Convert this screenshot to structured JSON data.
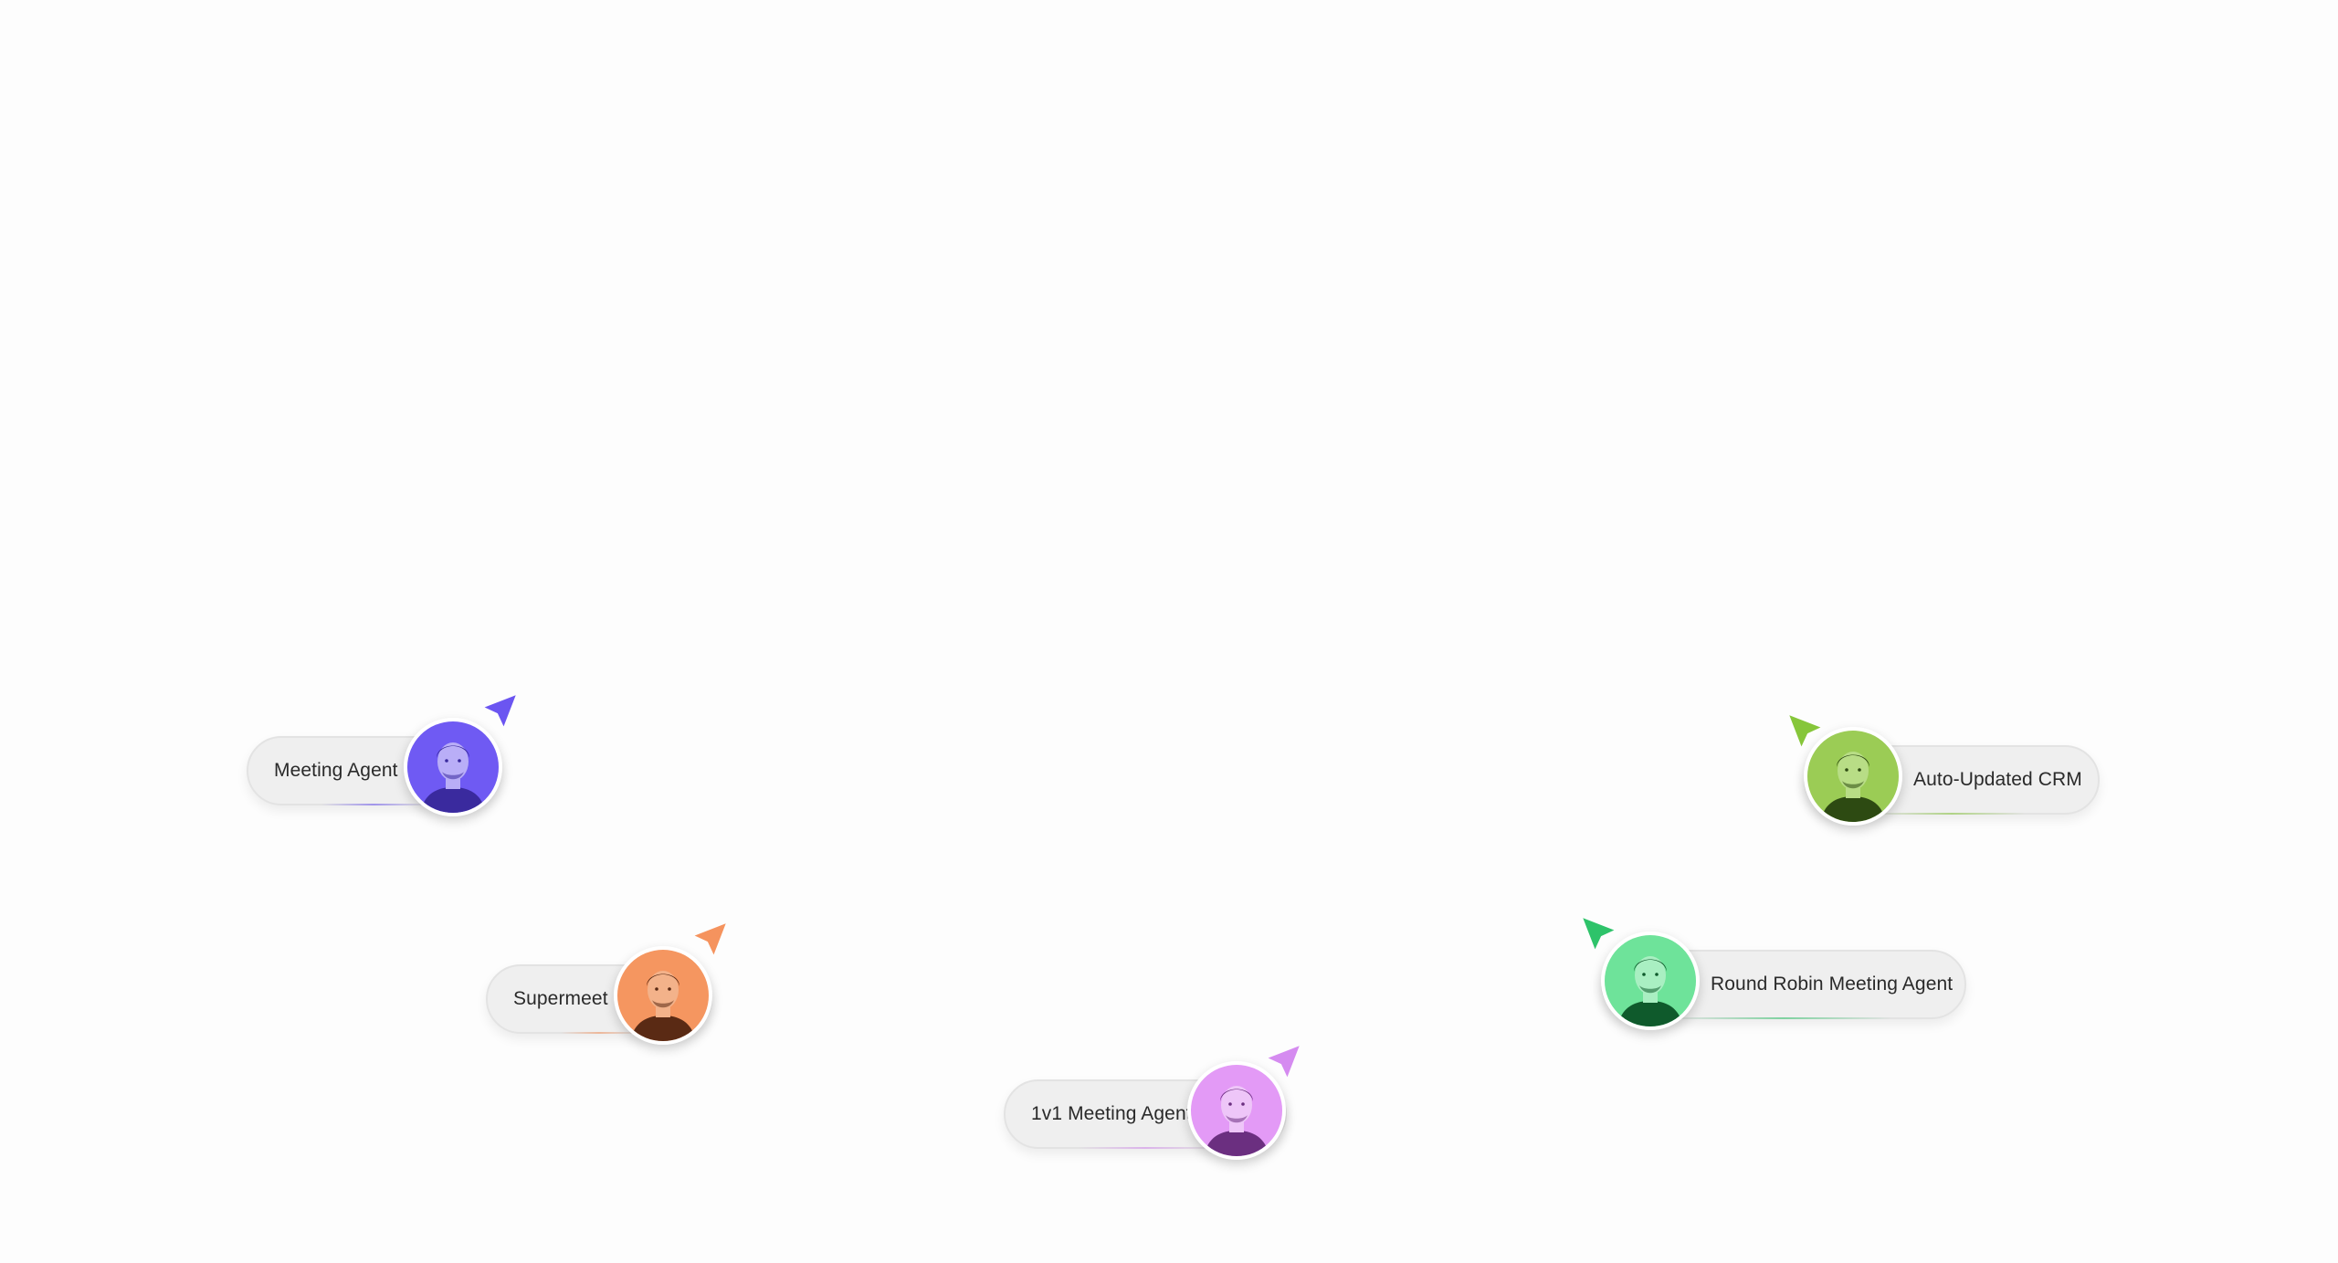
{
  "agents": [
    {
      "label": "Meeting Agent",
      "color": "#6b55f1",
      "avatar_bg": "#6f5af3",
      "avatar_dark": "#3a2a9e",
      "avatar_skin": "#b9aef7",
      "pointer_icon": "cursor-arrow-icon"
    },
    {
      "label": "Supermeet",
      "color": "#f5935e",
      "avatar_bg": "#f59660",
      "avatar_dark": "#5a2a14",
      "avatar_skin": "#f3b28a",
      "pointer_icon": "cursor-arrow-icon"
    },
    {
      "label": "1v1 Meeting Agent",
      "color": "#d58bf0",
      "avatar_bg": "#e39af6",
      "avatar_dark": "#6b2f80",
      "avatar_skin": "#eec6f8",
      "pointer_icon": "cursor-arrow-icon"
    },
    {
      "label": "Auto-Updated CRM",
      "color": "#86c63a",
      "avatar_bg": "#9bcc55",
      "avatar_dark": "#2d4a12",
      "avatar_skin": "#b8dd86",
      "pointer_icon": "cursor-arrow-icon"
    },
    {
      "label": "Round Robin Meeting Agent",
      "color": "#2ec36a",
      "avatar_bg": "#6ee39a",
      "avatar_dark": "#0f5a2c",
      "avatar_skin": "#a9efc2",
      "pointer_icon": "cursor-arrow-icon"
    }
  ]
}
